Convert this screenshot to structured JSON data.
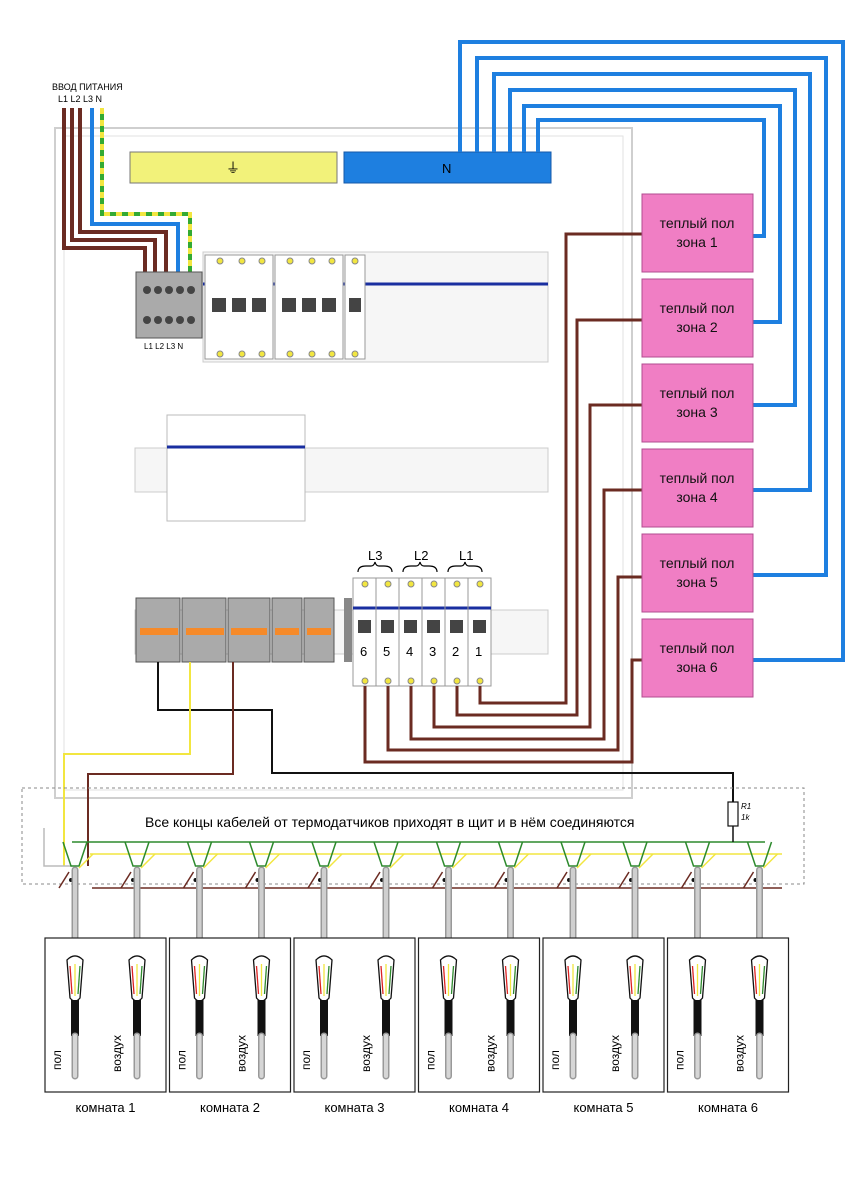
{
  "input": {
    "title": "ВВОД ПИТАНИЯ",
    "phases": "L1 L2 L3 N",
    "terminal_label": "L1 L2 L3 N"
  },
  "busbars": {
    "earth_symbol": "⏚",
    "neutral_label": "N"
  },
  "breaker_groups": [
    "L3",
    "L2",
    "L1"
  ],
  "breaker_numbers": [
    "6",
    "5",
    "4",
    "3",
    "2",
    "1"
  ],
  "zones": [
    {
      "line1": "теплый пол",
      "line2": "зона 1"
    },
    {
      "line1": "теплый пол",
      "line2": "зона 2"
    },
    {
      "line1": "теплый пол",
      "line2": "зона 3"
    },
    {
      "line1": "теплый пол",
      "line2": "зона 4"
    },
    {
      "line1": "теплый пол",
      "line2": "зона 5"
    },
    {
      "line1": "теплый пол",
      "line2": "зона 6"
    }
  ],
  "sensor_note": "Все концы кабелей от термодатчиков приходят в щит и в нём соединяются",
  "resistor": {
    "name": "R1",
    "value": "1k"
  },
  "sensor_labels": {
    "floor": "пол",
    "air": "воздух"
  },
  "rooms": [
    "комната 1",
    "комната 2",
    "комната 3",
    "комната 4",
    "комната 5",
    "комната 6"
  ],
  "colors": {
    "brown": "#6b2b22",
    "blue": "#1e7fe0",
    "yellow": "#f2e640",
    "green": "#33aa33",
    "pink": "#f07ec4",
    "neutral_bar": "#1e7fe0",
    "earth_bar": "#f2f27a",
    "din_blue": "#1a2fa0"
  }
}
